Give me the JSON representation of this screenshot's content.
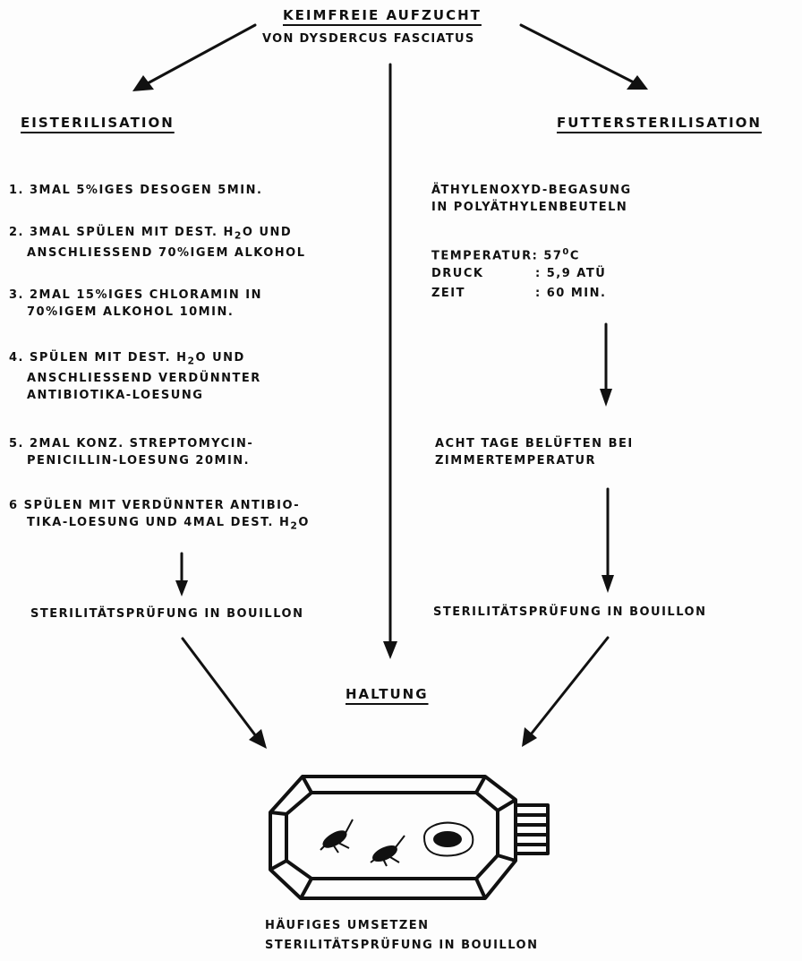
{
  "title": {
    "line1": "KEIMFREIE AUFZUCHT",
    "line2": "VON DYSDERCUS FASCIATUS"
  },
  "left": {
    "heading": "EISTERILISATION",
    "steps": [
      {
        "num": "1.",
        "lines": [
          "3MAL 5%IGES DESOGEN 5MIN."
        ]
      },
      {
        "num": "2.",
        "lines": [
          "3MAL SPÜLEN MIT DEST. H",
          "ANSCHLIESSEND 70%IGEM ALKOHOL"
        ],
        "sub": "2",
        "line1_tail": "O UND"
      },
      {
        "num": "3.",
        "lines": [
          "2MAL 15%IGES CHLORAMIN IN",
          "70%IGEM ALKOHOL 10MIN."
        ]
      },
      {
        "num": "4.",
        "lines": [
          "SPÜLEN MIT DEST. H",
          "ANSCHLIESSEND VERDÜNNTER",
          "ANTIBIOTIKA-LOESUNG"
        ],
        "sub": "2",
        "line1_tail": "O UND"
      },
      {
        "num": "5.",
        "lines": [
          "2MAL KONZ. STREPTOMYCIN-",
          "PENICILLIN-LOESUNG 20MIN."
        ]
      },
      {
        "num": "6",
        "lines": [
          "SPÜLEN MIT VERDÜNNTER ANTIBIO-",
          "TIKA-LOESUNG UND 4MAL DEST. H"
        ],
        "sub": "2",
        "line2_tail": "O"
      }
    ],
    "check": "STERILITÄTSPRÜFUNG IN BOUILLON"
  },
  "right": {
    "heading": "FUTTERSTERILISATION",
    "method_line1": "ÄTHYLENOXYD-BEGASUNG",
    "method_line2": "IN POLYÄTHYLENBEUTELN",
    "params": [
      {
        "label": "TEMPERATUR",
        "sep": ":",
        "value": "57",
        "sup": "0",
        "unit": "C"
      },
      {
        "label": "DRUCK",
        "sep": ":",
        "value": "5,9 ATÜ"
      },
      {
        "label": "ZEIT",
        "sep": ":",
        "value": "60 MIN."
      }
    ],
    "airing_line1": "ACHT TAGE BELÜFTEN BEI",
    "airing_line2": "ZIMMERTEMPERATUR",
    "check": "STERILITÄTSPRÜFUNG IN BOUILLON"
  },
  "center": {
    "heading": "HALTUNG",
    "footer_line1": "HÄUFIGES UMSETZEN",
    "footer_line2": "STERILITÄTSPRÜFUNG IN BOUILLON"
  }
}
